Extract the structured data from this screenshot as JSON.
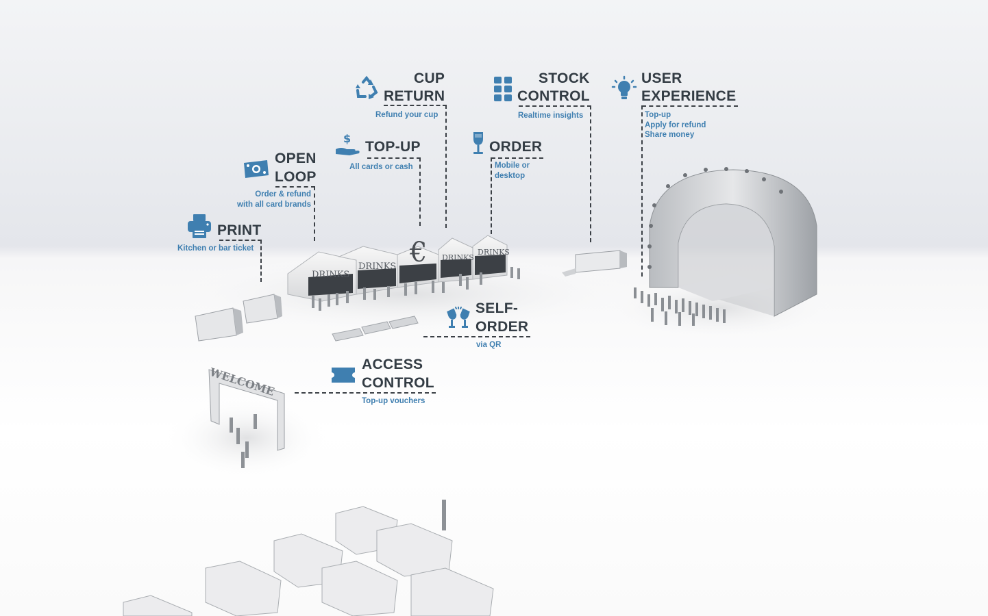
{
  "colors": {
    "title": "#333c44",
    "subtitle": "#3f7fb0",
    "icon": "#3f7fb0",
    "dash": "#3a3f45"
  },
  "features": {
    "cup_return": {
      "title_1": "CUP",
      "title_2": "RETURN",
      "subtitle": "Refund your cup",
      "icon": "recycle-icon"
    },
    "stock_control": {
      "title_1": "STOCK",
      "title_2": "CONTROL",
      "subtitle": "Realtime insights",
      "icon": "grid-icon"
    },
    "user_experience": {
      "title_1": "USER",
      "title_2": "EXPERIENCE",
      "subtitles": [
        "Top-up",
        "Apply for refund",
        "Share money"
      ],
      "icon": "lightbulb-icon"
    },
    "top_up": {
      "title": "TOP-UP",
      "subtitle": "All cards or cash",
      "icon": "hand-coin-icon"
    },
    "order": {
      "title": "ORDER",
      "subtitles": [
        "Mobile or",
        "desktop"
      ],
      "icon": "wine-glass-icon"
    },
    "open_loop": {
      "title_1": "OPEN",
      "title_2": "LOOP",
      "subtitles": [
        "Order & refund",
        "with all card brands"
      ],
      "icon": "banknote-icon"
    },
    "print": {
      "title": "PRINT",
      "subtitle": "Kitchen or bar ticket",
      "icon": "printer-icon"
    },
    "self_order": {
      "title_1": "SELF-",
      "title_2": "ORDER",
      "subtitle": "via QR",
      "icon": "cheers-icon"
    },
    "access_control": {
      "title_1": "ACCESS",
      "title_2": "CONTROL",
      "subtitle": "Top-up vouchers",
      "icon": "ticket-icon"
    }
  },
  "scene": {
    "booth_sign": "DRINKS",
    "currency_symbol": "€",
    "gate_sign": "WELCOME"
  }
}
